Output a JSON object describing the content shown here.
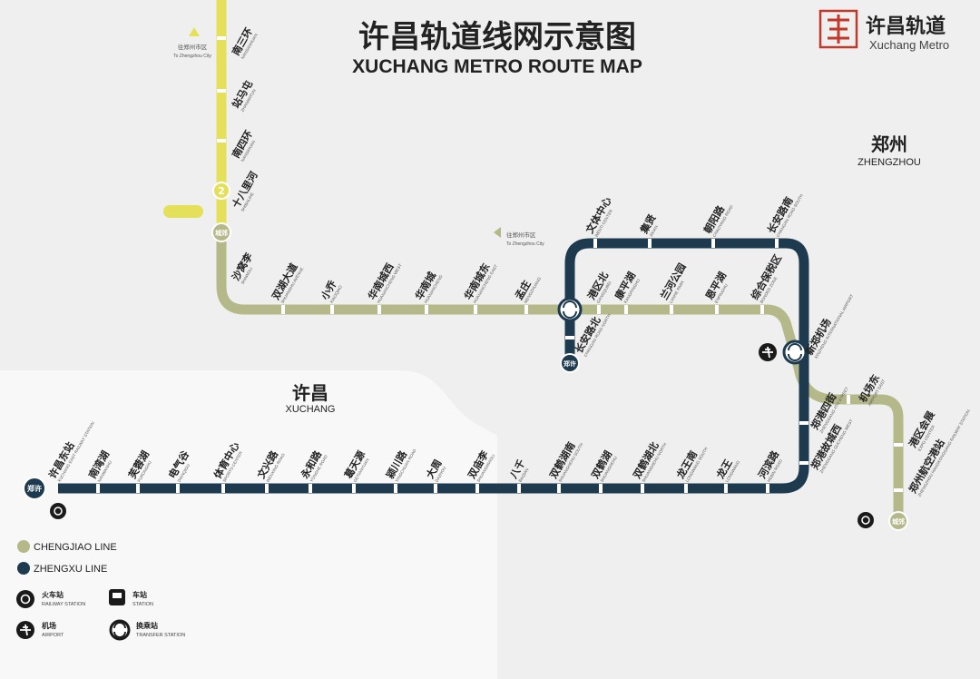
{
  "title": {
    "cn": "许昌轨道线网示意图",
    "en": "XUCHANG METRO ROUTE MAP"
  },
  "logo": {
    "cn": "许昌轨道",
    "en": "Xuchang Metro"
  },
  "cities": {
    "zhengzhou": {
      "cn": "郑州",
      "en": "ZHENGZHOU"
    },
    "xuchang": {
      "cn": "许昌",
      "en": "XUCHANG"
    }
  },
  "colors": {
    "line1": "#e4e05a",
    "chengjiao": "#b5b98a",
    "zhengxu": "#1d3a4e",
    "bg_upper": "#efefef",
    "bg_lower": "#f7f7f7"
  },
  "notes": {
    "to_zhengzhou_city_cn": "往郑州市区",
    "to_zhengzhou_city_en": "To Zhengzhou City",
    "to_zhengzhou_city2_cn": "往郑州市区",
    "to_zhengzhou_city2_en": "To Zhengzhou City"
  },
  "badges": {
    "line2": "2",
    "chengjiao_junction": "城郊",
    "zhengxu_junction": "郑许",
    "zhengxu_west": "郑许",
    "chengjiao_south": "城郊"
  },
  "stations": {
    "line1": [
      {
        "cn": "南三环",
        "en": "NANSANHUAN"
      },
      {
        "cn": "站马屯",
        "en": "ZHANMATUN"
      },
      {
        "cn": "南四环",
        "en": "NANSIHUAN"
      },
      {
        "cn": "十八里河",
        "en": "SHIBALIHE"
      }
    ],
    "chengjiao": [
      {
        "cn": "沙窝李",
        "en": "SHAWOLI"
      },
      {
        "cn": "双湖大道",
        "en": "SHUANGHU AVENUE"
      },
      {
        "cn": "小乔",
        "en": "XIAOQIAO"
      },
      {
        "cn": "华南城西",
        "en": "HUANANCHENG WEST"
      },
      {
        "cn": "华南城",
        "en": "HUANANCHENG"
      },
      {
        "cn": "华南城东",
        "en": "HUANANCHENG EAST"
      },
      {
        "cn": "孟庄",
        "en": "MENGZHUANG"
      },
      {
        "cn": "港区北",
        "en": "GANGQUBEI"
      },
      {
        "cn": "康平湖",
        "en": "KANGPINGHU"
      },
      {
        "cn": "兰河公园",
        "en": "LANHE PARK"
      },
      {
        "cn": "恩平湖",
        "en": "ENPINGHU"
      },
      {
        "cn": "综合保税区",
        "en": "BONDED ZONE"
      },
      {
        "cn": "新郑机场",
        "en": "XINZHENG INTERNATIONAL AIRPORT"
      },
      {
        "cn": "机场东",
        "en": "AIRPORT EAST"
      },
      {
        "cn": "港区会展",
        "en": "EXPO CENTER"
      },
      {
        "cn": "郑州航空港站",
        "en": "ZHENGZHOU HANGKONGGANG RAILWAY STATION"
      }
    ],
    "zhengxu_loop": [
      {
        "cn": "文体中心",
        "en": "WENTI CENTER"
      },
      {
        "cn": "集贤",
        "en": "JIXIAN"
      },
      {
        "cn": "朝阳路",
        "en": "CHAOYANG ROAD"
      },
      {
        "cn": "长安路南",
        "en": "CHANGAN ROAD SOUTH"
      },
      {
        "cn": "长安路北",
        "en": "CHANGAN ROAD NORTH"
      }
    ],
    "zhengxu": [
      {
        "cn": "许昌东站",
        "en": "XUCHANG EAST RAILWAY STATION"
      },
      {
        "cn": "南湾湖",
        "en": "NANWANHU"
      },
      {
        "cn": "芙蓉湖",
        "en": "FURONGHU"
      },
      {
        "cn": "电气谷",
        "en": "DIANQIGU"
      },
      {
        "cn": "体育中心",
        "en": "SPORTS CENTER"
      },
      {
        "cn": "文兴路",
        "en": "WENXING ROAD"
      },
      {
        "cn": "永和路",
        "en": "YONGHE ROAD"
      },
      {
        "cn": "葛天源",
        "en": "GETIANYUAN"
      },
      {
        "cn": "颍川路",
        "en": "YINGCHUAN ROAD"
      },
      {
        "cn": "大周",
        "en": "DAZHOU"
      },
      {
        "cn": "双庙李",
        "en": "SHUANGMIAOLI"
      },
      {
        "cn": "八千",
        "en": "BAQIAN"
      },
      {
        "cn": "双鹤湖南",
        "en": "SHUANGHEHU SOUTH"
      },
      {
        "cn": "双鹤湖",
        "en": "SHUANGHEHU"
      },
      {
        "cn": "双鹤湖北",
        "en": "SHUANGHEHU NORTH"
      },
      {
        "cn": "龙王南",
        "en": "LONGWANG SOUTH"
      },
      {
        "cn": "龙王",
        "en": "LONGWANG"
      },
      {
        "cn": "河滨路",
        "en": "HEBIN ROAD"
      },
      {
        "cn": "郑港四街",
        "en": "ZHENGGANG 4TH STREET"
      },
      {
        "cn": "郑港故城西",
        "en": "ZHENGGANG GUCHENG WEST"
      }
    ]
  },
  "legend": {
    "chengjiao": "CHENGJIAO LINE",
    "zhengxu": "ZHENGXU LINE",
    "railway_cn": "火车站",
    "railway_en": "RAILWAY STATION",
    "bus_cn": "车站",
    "bus_en": "STATION",
    "airport_cn": "机场",
    "airport_en": "AIRPORT",
    "transfer_cn": "换乘站",
    "transfer_en": "TRANSFER STATION"
  }
}
